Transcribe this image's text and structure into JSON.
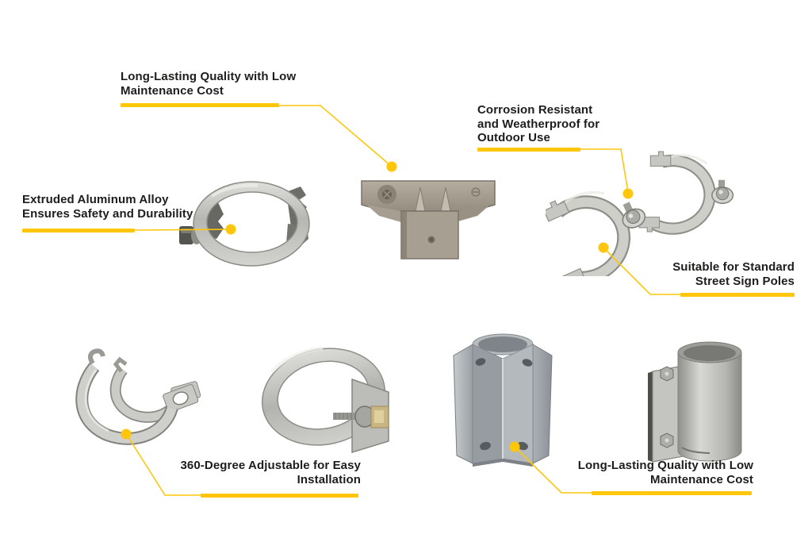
{
  "colors": {
    "accent": "#FFC60B",
    "text": "#1D1D1B",
    "background": "#FFFFFF"
  },
  "callouts": [
    {
      "id": "top-left",
      "lines": [
        "Long-Lasting Quality with Low",
        "Maintenance Cost"
      ]
    },
    {
      "id": "top-middle",
      "lines": [
        "Corrosion Resistant",
        "and Weatherproof for",
        "Outdoor Use"
      ]
    },
    {
      "id": "left",
      "lines": [
        "Extruded Aluminum Alloy",
        "Ensures Safety and Durability"
      ]
    },
    {
      "id": "right",
      "lines": [
        "Suitable for Standard",
        "Street Sign Poles"
      ]
    },
    {
      "id": "bottom-left",
      "lines": [
        "360-Degree Adjustable for Easy",
        "Installation"
      ]
    },
    {
      "id": "bottom-right",
      "lines": [
        "Long-Lasting Quality with Low",
        "Maintenance Cost"
      ]
    }
  ],
  "products": [
    {
      "id": "round-post-clamp-with-bolt"
    },
    {
      "id": "t-shaped-mounting-bracket"
    },
    {
      "id": "pair-of-c-shaped-sign-clamps"
    },
    {
      "id": "pair-of-u-strap-clamps"
    },
    {
      "id": "adjustable-band-clamp"
    },
    {
      "id": "extruded-channel-bracket"
    },
    {
      "id": "sleeve-clamp-with-flange"
    }
  ]
}
